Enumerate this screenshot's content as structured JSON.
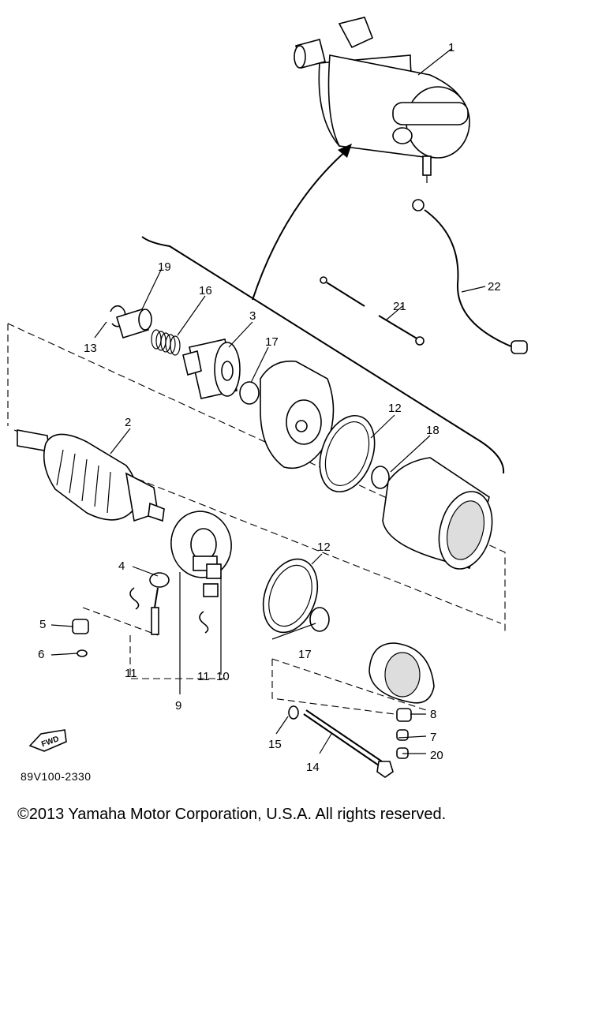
{
  "diagram": {
    "callouts": [
      "1",
      "2",
      "3",
      "4",
      "5",
      "6",
      "7",
      "8",
      "9",
      "10",
      "11",
      "11",
      "12",
      "12",
      "13",
      "14",
      "15",
      "16",
      "17",
      "17",
      "18",
      "19",
      "20",
      "21",
      "22"
    ],
    "fwd_label": "FWD",
    "drawing_code": "89V100-2330"
  },
  "footer": {
    "copyright": "©2013 Yamaha Motor Corporation, U.S.A. All rights reserved."
  }
}
